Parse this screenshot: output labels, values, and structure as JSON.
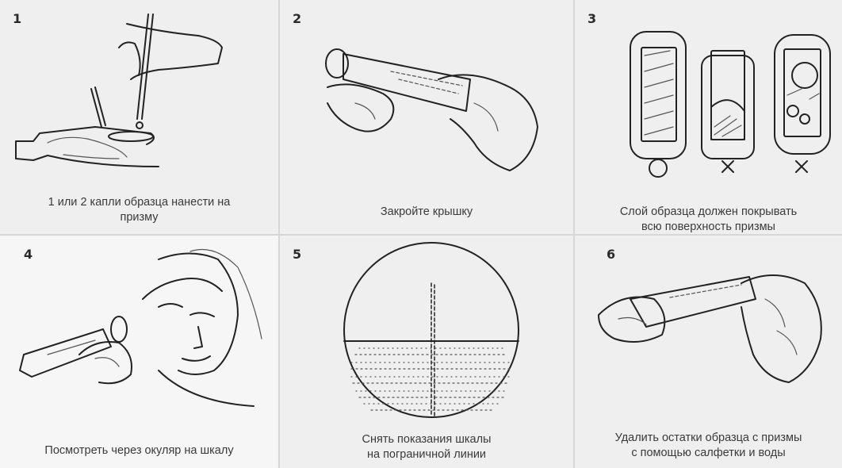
{
  "panels": [
    {
      "number": "1",
      "caption_lines": [
        "1 или 2 капли образца нанести на",
        "призму"
      ],
      "illustration": "dropper-prism-icon"
    },
    {
      "number": "2",
      "caption_lines": [
        "Закройте крышку"
      ],
      "illustration": "close-lid-icon"
    },
    {
      "number": "3",
      "caption_lines": [
        "Слой образца должен покрывать",
        "всю поверхность призмы"
      ],
      "illustration": "prism-coverage-icon",
      "marks": [
        "O",
        "X",
        "X"
      ]
    },
    {
      "number": "4",
      "caption_lines": [
        "Посмотреть через окуляр на шкалу"
      ],
      "illustration": "look-eyepiece-icon"
    },
    {
      "number": "5",
      "caption_lines": [
        "Снять показания шкалы",
        "на пограничной линии"
      ],
      "illustration": "scale-view-icon"
    },
    {
      "number": "6",
      "caption_lines": [
        "Удалить остатки образца с призмы",
        "с помощью салфетки и воды"
      ],
      "illustration": "wipe-prism-icon"
    }
  ]
}
